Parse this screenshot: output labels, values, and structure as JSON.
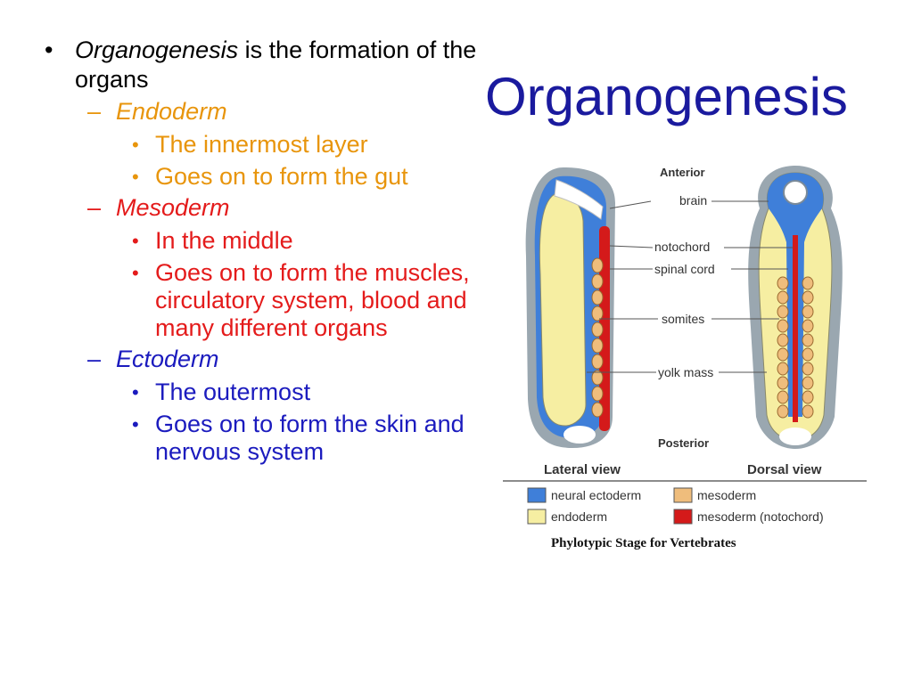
{
  "title": "Organogenesis",
  "intro": {
    "term": "Organogenesis",
    "rest": " is the formation of the organs"
  },
  "layers": [
    {
      "name": "Endoderm",
      "points": [
        "The innermost layer",
        "Goes on to form the gut"
      ]
    },
    {
      "name": "Mesoderm",
      "points": [
        "In the middle",
        "Goes on to form the muscles, circulatory system, blood and many different organs"
      ]
    },
    {
      "name": "Ectoderm",
      "points": [
        "The outermost",
        "Goes on to form the skin and nervous system"
      ]
    }
  ],
  "colors": {
    "title": "#1a1a9e",
    "endoderm": "#e8950c",
    "mesoderm": "#e41b1b",
    "ectoderm": "#1b1bbe",
    "neural_ectoderm": "#3f7fd9",
    "endoderm_fill": "#f6eea2",
    "mesoderm_fill": "#efbd7c",
    "notochord": "#d41a1a"
  },
  "figure": {
    "anterior": "Anterior",
    "posterior": "Posterior",
    "labels": [
      "brain",
      "notochord",
      "spinal cord",
      "somites",
      "yolk mass"
    ],
    "lateral_view": "Lateral view",
    "dorsal_view": "Dorsal view",
    "legend": [
      "neural ectoderm",
      "endoderm",
      "mesoderm",
      "mesoderm (notochord)"
    ],
    "caption": "Phylotypic Stage for Vertebrates"
  }
}
